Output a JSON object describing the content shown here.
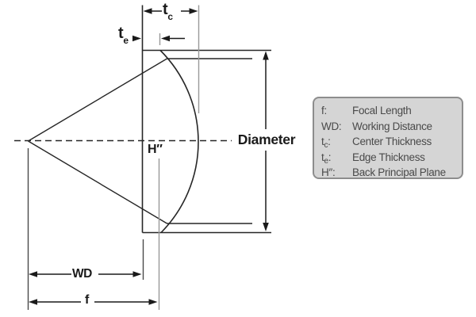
{
  "diagram": {
    "title": "plano-convex lens dimension diagram",
    "labels": {
      "tc": {
        "base": "t",
        "sub": "c"
      },
      "te": {
        "base": "t",
        "sub": "e"
      },
      "diameter": "Diameter",
      "back_principal_plane": "H″",
      "wd": "WD",
      "f": "f"
    }
  },
  "legend": {
    "items": [
      {
        "pre": "f",
        "sub": "",
        "post": ":",
        "def": "Focal Length"
      },
      {
        "pre": "WD",
        "sub": "",
        "post": ":",
        "def": "Working Distance"
      },
      {
        "pre": "t",
        "sub": "c",
        "post": ":",
        "def": "Center Thickness"
      },
      {
        "pre": "t",
        "sub": "e",
        "post": ":",
        "def": "Edge Thickness"
      },
      {
        "pre": "H″",
        "sub": "",
        "post": ":",
        "def": "Back Principal Plane"
      }
    ]
  },
  "colors": {
    "line-main": "#262626",
    "line-ext": "#999999",
    "legend-bg": "#d5d5d5",
    "legend-border": "#8d8d8d",
    "legend-text": "#4a4a4a",
    "label-text": "#1a1a1a"
  }
}
